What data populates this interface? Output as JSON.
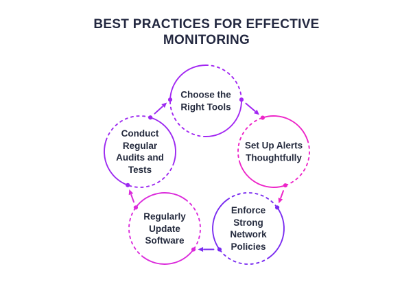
{
  "title": {
    "text": "BEST PRACTICES FOR EFFECTIVE\nMONITORING"
  },
  "diagram": {
    "type": "cycle-diagram",
    "direction": "clockwise",
    "text_color": "#252B3E",
    "nodes": [
      {
        "id": "choose-the-right-tools",
        "label": "Choose the\nRight Tools",
        "color": "#A227F2"
      },
      {
        "id": "set-up-alerts-thoughtfully",
        "label": "Set Up Alerts\nThoughtfully",
        "color": "#ED25C8"
      },
      {
        "id": "enforce-strong-network-policies",
        "label": "Enforce\nStrong\nNetwork\nPolicies",
        "color": "#7A2BF0"
      },
      {
        "id": "regularly-update-software",
        "label": "Regularly\nUpdate\nSoftware",
        "color": "#DB2ADB"
      },
      {
        "id": "conduct-regular-audits-and-tests",
        "label": "Conduct\nRegular\nAudits and\nTests",
        "color": "#9C29F0"
      }
    ]
  }
}
